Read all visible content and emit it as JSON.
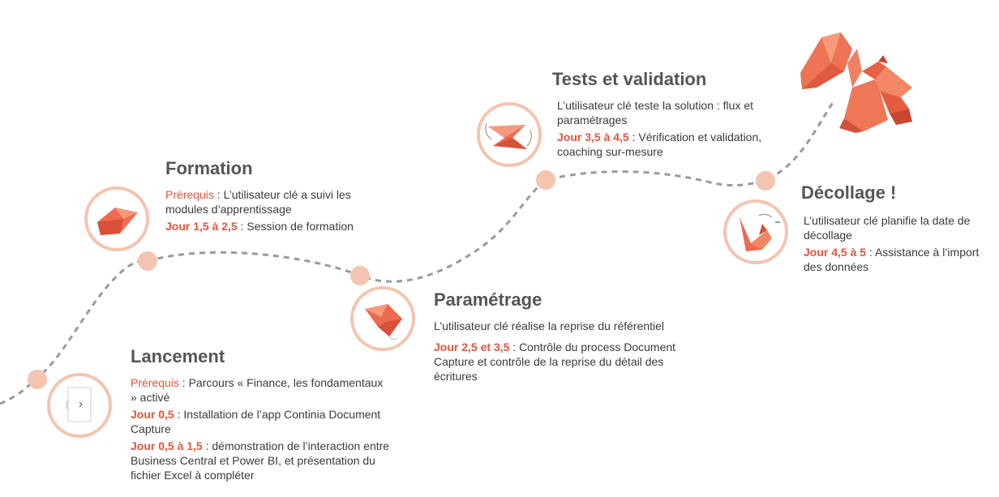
{
  "colors": {
    "accent": "#e2553c",
    "path": "#9a9a9a",
    "dot": "#f3c4b0",
    "title": "#555555",
    "origami": "#ee6a50"
  },
  "steps": [
    {
      "title": "Lancement",
      "icon": "document-capture-icon",
      "lines": [
        {
          "label": "Prérequis",
          "sep": " : ",
          "text": "Parcours « Finance, les fondamentaux » activé"
        },
        {
          "label": "Jour 0,5",
          "sep": "  : ",
          "text": "Installation de l’app Continia Document Capture"
        },
        {
          "label": "Jour 0,5 à 1,5",
          "sep": " : ",
          "text": "démonstration de l’interaction entre Business Central et Power BI, et présentation du fichier Excel à compléter"
        }
      ]
    },
    {
      "title": "Formation",
      "icon": "origami-crystal-icon",
      "lines": [
        {
          "label": "Prérequis",
          "sep": " : ",
          "text": "L’utilisateur clé a suivi les modules d’apprentissage"
        },
        {
          "label": "Jour 1,5 à 2,5",
          "sep": " : ",
          "text": "Session de formation"
        }
      ]
    },
    {
      "title": "Paramétrage",
      "icon": "origami-bird-icon",
      "lines": [
        {
          "label": "",
          "sep": "",
          "text": "L’utilisateur clé réalise la reprise du référentiel"
        },
        {
          "label": "Jour 2,5 et 3,5",
          "sep": " : ",
          "text": "Contrôle du process Document Capture et contrôle de la reprise du détail des écritures"
        }
      ]
    },
    {
      "title": "Tests et validation",
      "icon": "origami-plane-icon",
      "lines": [
        {
          "label": "",
          "sep": "",
          "text": "L’utilisateur clé teste la solution : flux et paramétrages"
        },
        {
          "label": "Jour 3,5 à 4,5",
          "sep": " : ",
          "text": "Vérification et validation, coaching sur-mesure"
        }
      ]
    },
    {
      "title": "Décollage !",
      "icon": "origami-squirrel-icon",
      "lines": [
        {
          "label": "",
          "sep": "",
          "text": "L’utilisateur clé planifie la date de décollage"
        },
        {
          "label": "Jour 4,5 à 5",
          "sep": " : ",
          "text": "Assistance à l’import des données"
        }
      ]
    }
  ],
  "logo": "origami-squirrel-logo"
}
